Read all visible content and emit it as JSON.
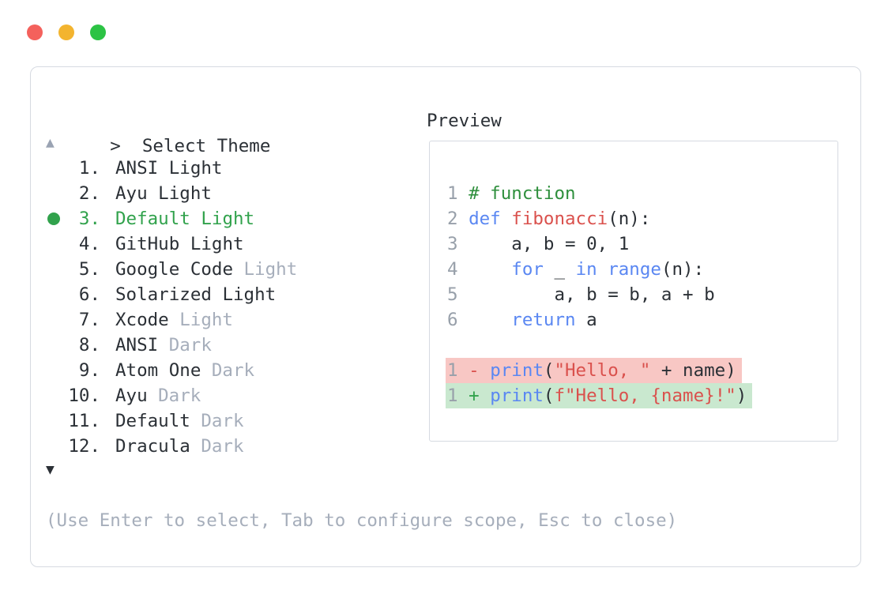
{
  "colors": {
    "text": "#2b3036",
    "muted": "#a6aebb",
    "accent-green": "#31a24c",
    "red": "#da514d",
    "kw": "#5a87f2",
    "comment": "#2e8f3c",
    "lnum": "#98a0aa",
    "border": "#d6dae1",
    "arrow-muted": "#9aa3b3",
    "diff-red-bg": "#f8c7c4",
    "diff-green-bg": "#c9e8cf",
    "dot-close": "#f4615c",
    "dot-minimize": "#f3b42f",
    "dot-zoom": "#2cc344"
  },
  "picker": {
    "prompt_symbol": ">",
    "title": "Select Theme",
    "scroll_up_symbol": "▲",
    "scroll_down_symbol": "▼",
    "items": [
      {
        "num": "1.",
        "name": "ANSI Light"
      },
      {
        "num": "2.",
        "name": "Ayu Light"
      },
      {
        "num": "3.",
        "name": "Default Light",
        "selected": true
      },
      {
        "num": "4.",
        "name": "GitHub Light"
      },
      {
        "num": "5.",
        "name": "Google Code",
        "suffix": "Light"
      },
      {
        "num": "6.",
        "name": "Solarized Light"
      },
      {
        "num": "7.",
        "name": "Xcode",
        "suffix": "Light"
      },
      {
        "num": "8.",
        "name": "ANSI",
        "suffix": "Dark"
      },
      {
        "num": "9.",
        "name": "Atom One",
        "suffix": "Dark"
      },
      {
        "num": "10.",
        "name": "Ayu",
        "suffix": "Dark"
      },
      {
        "num": "11.",
        "name": "Default",
        "suffix": "Dark"
      },
      {
        "num": "12.",
        "name": "Dracula",
        "suffix": "Dark"
      }
    ],
    "help_text": "(Use Enter to select, Tab to configure scope, Esc to close)"
  },
  "preview": {
    "title": "Preview",
    "code_lines": [
      {
        "num": "1",
        "tokens": [
          {
            "t": "# function",
            "c": "comment"
          }
        ]
      },
      {
        "num": "2",
        "tokens": [
          {
            "t": "def",
            "c": "kw"
          },
          {
            "t": " "
          },
          {
            "t": "fibonacci",
            "c": "fn"
          },
          {
            "t": "(n):"
          }
        ]
      },
      {
        "num": "3",
        "tokens": [
          {
            "t": "    a, b = 0, 1"
          }
        ]
      },
      {
        "num": "4",
        "tokens": [
          {
            "t": "    "
          },
          {
            "t": "for",
            "c": "kw"
          },
          {
            "t": " _ "
          },
          {
            "t": "in",
            "c": "kw"
          },
          {
            "t": " "
          },
          {
            "t": "range",
            "c": "kw"
          },
          {
            "t": "(n):"
          }
        ]
      },
      {
        "num": "5",
        "tokens": [
          {
            "t": "        a, b = b, a + b"
          }
        ]
      },
      {
        "num": "6",
        "tokens": [
          {
            "t": "    "
          },
          {
            "t": "return",
            "c": "kw"
          },
          {
            "t": " a"
          }
        ]
      }
    ],
    "diff_lines": [
      {
        "num": "1",
        "kind": "removed",
        "tokens": [
          {
            "t": "-",
            "c": "marker-removed"
          },
          {
            "t": " "
          },
          {
            "t": "print",
            "c": "kw"
          },
          {
            "t": "("
          },
          {
            "t": "\"Hello, \"",
            "c": "str"
          },
          {
            "t": " + name)"
          }
        ]
      },
      {
        "num": "1",
        "kind": "added",
        "tokens": [
          {
            "t": "+",
            "c": "marker-added"
          },
          {
            "t": " "
          },
          {
            "t": "print",
            "c": "kw"
          },
          {
            "t": "("
          },
          {
            "t": "f\"Hello, {name}!\"",
            "c": "str"
          },
          {
            "t": ")"
          }
        ]
      }
    ]
  }
}
